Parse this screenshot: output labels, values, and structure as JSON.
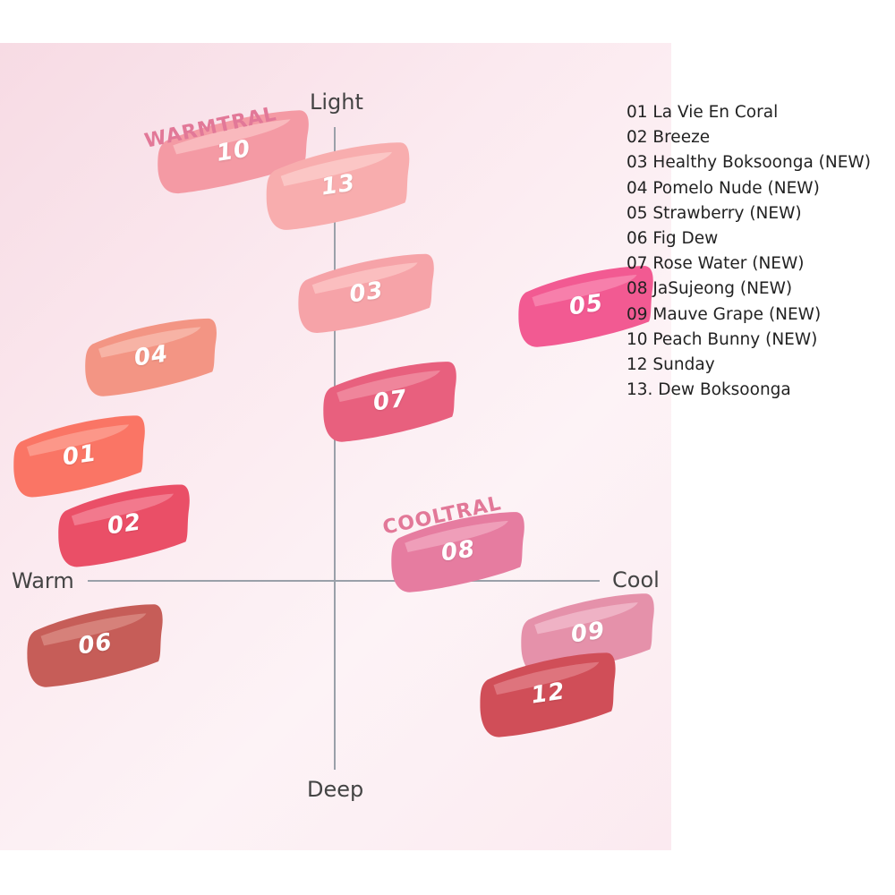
{
  "axes": {
    "light": "Light",
    "deep": "Deep",
    "warm": "Warm",
    "cool": "Cool"
  },
  "groups": {
    "warm": "WARMTRAL",
    "cool": "COOLTRAL"
  },
  "shades": [
    {
      "code": "10",
      "color": "#f49aa4",
      "highlight": "#fbc3c6"
    },
    {
      "code": "13",
      "color": "#f8adae",
      "highlight": "#fccfcc"
    },
    {
      "code": "03",
      "color": "#f6a3a8",
      "highlight": "#fcc7c7"
    },
    {
      "code": "05",
      "color": "#f25a92",
      "highlight": "#f88cb3"
    },
    {
      "code": "04",
      "color": "#f39584",
      "highlight": "#f8bdb0"
    },
    {
      "code": "07",
      "color": "#e8607e",
      "highlight": "#f292a5"
    },
    {
      "code": "01",
      "color": "#fa7565",
      "highlight": "#fca395"
    },
    {
      "code": "02",
      "color": "#ea4f67",
      "highlight": "#f4879a"
    },
    {
      "code": "08",
      "color": "#e67ca0",
      "highlight": "#f1a9c2"
    },
    {
      "code": "06",
      "color": "#c65d58",
      "highlight": "#db8e86"
    },
    {
      "code": "09",
      "color": "#e591aa",
      "highlight": "#f2bdcd"
    },
    {
      "code": "12",
      "color": "#d04e58",
      "highlight": "#e3828a"
    }
  ],
  "legend": [
    "01 La Vie En Coral",
    "02 Breeze",
    "03 Healthy Boksoonga (NEW)",
    "04 Pomelo Nude (NEW)",
    "05 Strawberry (NEW)",
    "06 Fig Dew",
    "07 Rose Water (NEW)",
    "08 JaSujeong (NEW)",
    "09 Mauve Grape (NEW)",
    "10 Peach Bunny (NEW)",
    "12 Sunday",
    "13. Dew Boksoonga"
  ]
}
